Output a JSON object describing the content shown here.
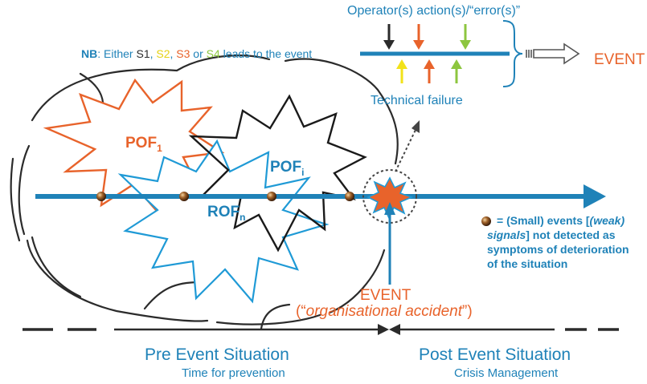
{
  "top": {
    "operator_title": "Operator(s) action(s)/“error(s)”",
    "nb_label": "NB",
    "nb_text_1": ": Either ",
    "s1": "S1",
    "sep1": ", ",
    "s2": "S2",
    "sep2": ", ",
    "s3": "S3",
    "or": " or ",
    "s4": "S4",
    "nb_text_2": " leads to the event",
    "event_right": "EVENT",
    "technical_failure": "Technical failure"
  },
  "main": {
    "pof1_label": "POF",
    "pof1_sub": "1",
    "pofi_label": "POF",
    "pofi_sub": "i",
    "rofn_label": "ROF",
    "rofn_sub": "n"
  },
  "legend": {
    "line1": "= (Small) events [",
    "line1_italic": "(weak)",
    "line2_italic": "signals",
    "line2_rest": "] not detected as",
    "line3": "symptoms of deterioration",
    "line4": "of the situation"
  },
  "event": {
    "label": "EVENT",
    "quote_open": "(“",
    "subtitle": "organisational accident",
    "quote_close": "”)"
  },
  "bottom": {
    "pre_title": "Pre Event Situation",
    "pre_sub": "Time for prevention",
    "post_title": "Post Event Situation",
    "post_sub": "Crisis Management"
  },
  "colors": {
    "teal": "#1f82b8",
    "orange": "#e8632b",
    "yellow": "#f2e21a",
    "green": "#8dc63f",
    "dark": "#2b2b2b"
  }
}
